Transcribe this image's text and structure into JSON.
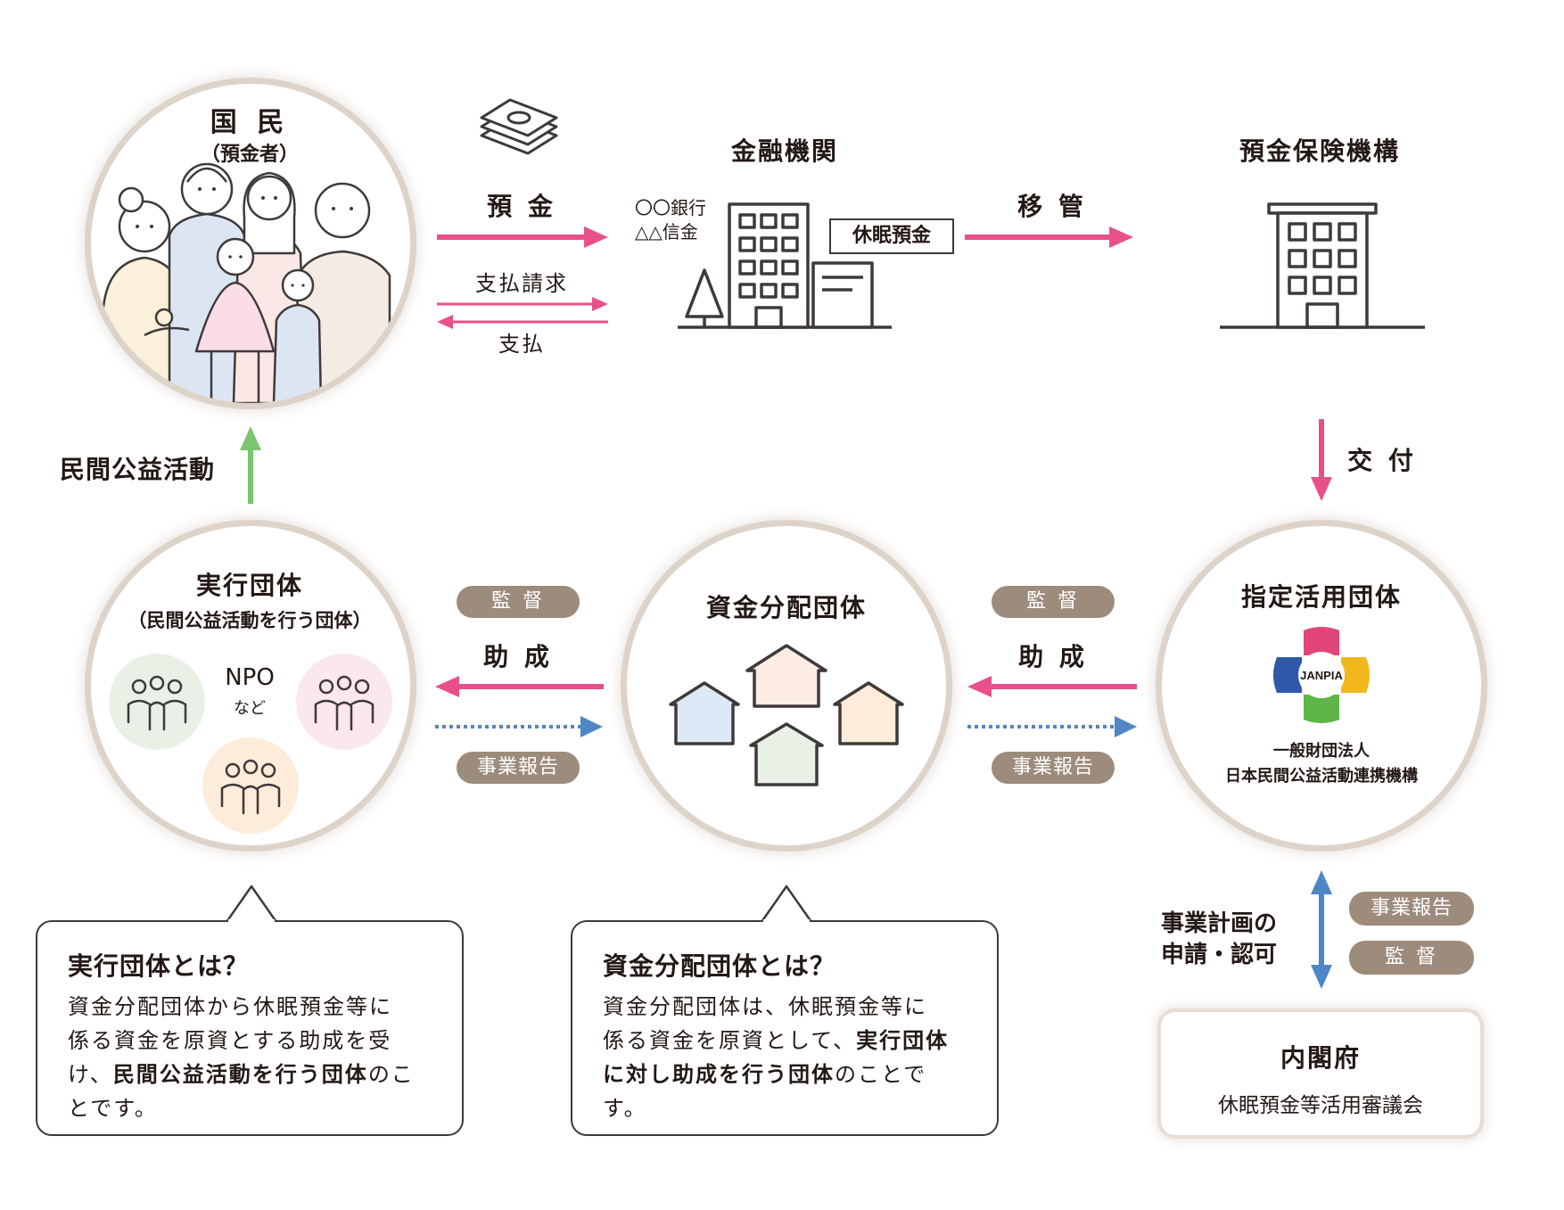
{
  "kokumin": {
    "title": "国 民",
    "subtitle": "（預金者）"
  },
  "flows": {
    "yokin": "預 金",
    "shiharai_seikyu": "支払請求",
    "shiharai": "支払",
    "ikan": "移 管",
    "kofu": "交 付",
    "minkan_koueki": "民間公益活動",
    "shinsei": [
      "事業計画の",
      "申請・認可"
    ]
  },
  "kinyu": {
    "title": "金融機関",
    "bank1": "〇〇銀行",
    "bank2": "△△信金",
    "kyumin": "休眠預金"
  },
  "hoken": {
    "title": "預金保険機構"
  },
  "shitei": {
    "title": "指定活用団体",
    "logo_text": "JANPIA",
    "org1": "一般財団法人",
    "org2": "日本民間公益活動連携機構"
  },
  "shikin": {
    "title": "資金分配団体"
  },
  "jikko": {
    "title": "実行団体",
    "subtitle": "（民間公益活動を行う団体）",
    "npo": "NPO",
    "nado": "など"
  },
  "pills": {
    "kantoku": "監 督",
    "hokoku": "事業報告",
    "josei": "助 成"
  },
  "naikaku": {
    "title": "内閣府",
    "sub": "休眠預金等活用審議会"
  },
  "callout1": {
    "title": "実行団体とは？",
    "l1": "資金分配団体から休眠預金等に",
    "l2": "係る資金を原資とする助成を受",
    "l3a": "け、",
    "l3b": "民間公益活動を行う団体",
    "l3c": "のこ",
    "l4": "とです。"
  },
  "callout2": {
    "title": "資金分配団体とは？",
    "l1": "資金分配団体は、休眠預金等に",
    "l2a": "係る資金を原資として、",
    "l2b": "実行団体",
    "l3a": "に対し助成を行う団体",
    "l3b": "のことで",
    "l4": "す。"
  },
  "colors": {
    "pink": "#e8508b",
    "green": "#7ac56e",
    "blue": "#4e86c6",
    "pill": "#9d8b7c"
  }
}
